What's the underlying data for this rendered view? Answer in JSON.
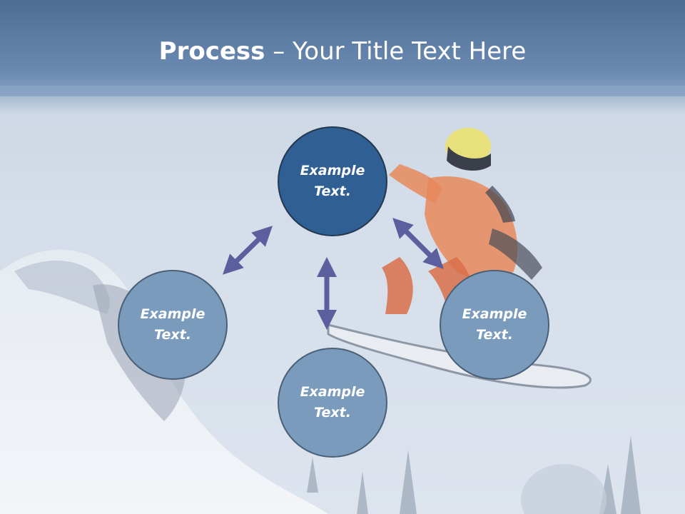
{
  "title": {
    "bold": "Process",
    "separator": " – ",
    "rest": "Your Title Text Here"
  },
  "nodes": [
    {
      "id": "top",
      "label": "Example Text.",
      "style": "primary"
    },
    {
      "id": "left",
      "label": "Example Text.",
      "style": "secondary"
    },
    {
      "id": "right",
      "label": "Example Text.",
      "style": "secondary"
    },
    {
      "id": "bottom",
      "label": "Example Text.",
      "style": "secondary"
    }
  ],
  "colors": {
    "primary_node": "#2f5f93",
    "secondary_node": "#7b9bbd",
    "arrow": "#5b5f9e",
    "title_bar": "#5a7aa2"
  }
}
